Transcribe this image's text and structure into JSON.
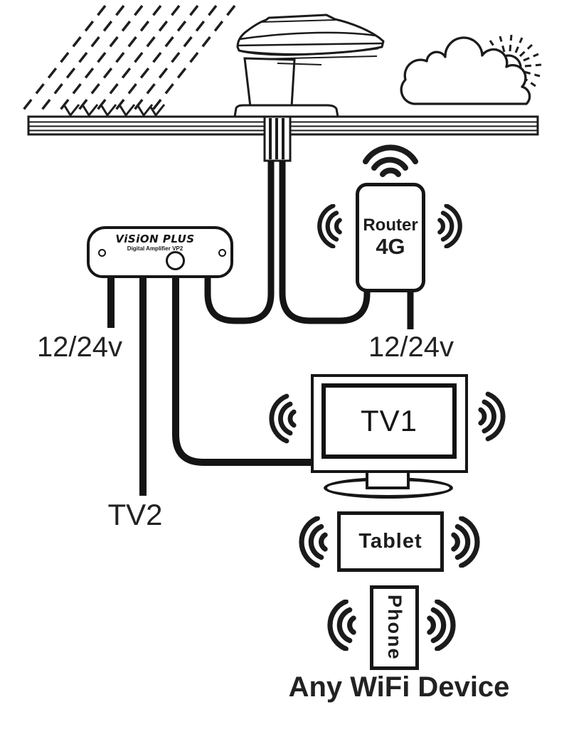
{
  "amplifier": {
    "brand": "ViSiON PLUS",
    "model": "Digital Amplifier VP2"
  },
  "router": {
    "name": "Router",
    "network": "4G"
  },
  "devices": {
    "tv1": "TV1",
    "tv2": "TV2",
    "tablet": "Tablet",
    "phone": "Phone"
  },
  "labels": {
    "power_left": "12/24v",
    "power_right": "12/24v",
    "caption": "Any WiFi Device"
  },
  "colors": {
    "ink": "#1b1b1b",
    "background": "#ffffff"
  },
  "icons": {
    "wifi_signal": "wifi-arcs",
    "sun": "sun-with-rays",
    "cloud": "cloud-outline",
    "rain": "diagonal-rain-dashes",
    "antenna": "roof-mounted-antenna"
  }
}
